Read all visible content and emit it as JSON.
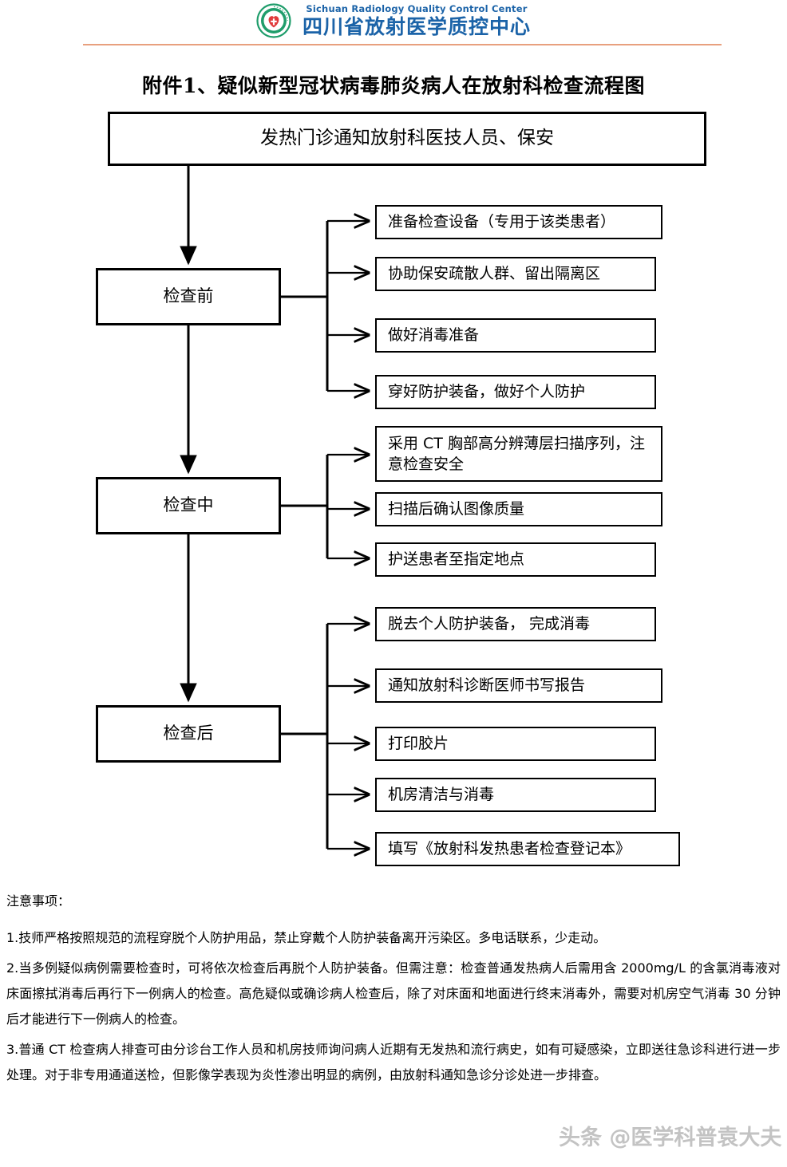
{
  "header": {
    "logo_icon": "radiology-center-emblem-icon",
    "english_name": "Sichuan Radiology Quality Control Center",
    "chinese_name": "四川省放射医学质控中心",
    "brand_color": "#1b63a8",
    "rule_color": "#e8a07e"
  },
  "document": {
    "title": "附件1、疑似新型冠状病毒肺炎病人在放射科检查流程图"
  },
  "flow": {
    "start": "发热门诊通知放射科医技人员、保安",
    "stages": [
      {
        "label": "检查前",
        "items": [
          "准备检查设备（专用于该类患者）",
          "协助保安疏散人群、留出隔离区",
          "做好消毒准备",
          "穿好防护装备，做好个人防护"
        ]
      },
      {
        "label": "检查中",
        "items": [
          "采用 CT 胸部高分辨薄层扫描序列，注意检查安全",
          "扫描后确认图像质量",
          "护送患者至指定地点"
        ]
      },
      {
        "label": "检查后",
        "items": [
          "脱去个人防护装备， 完成消毒",
          "通知放射科诊断医师书写报告",
          "打印胶片",
          "机房清洁与消毒",
          "填写《放射科发热患者检查登记本》"
        ]
      }
    ]
  },
  "notes": {
    "heading": "注意事项：",
    "items": [
      "1.技师严格按照规范的流程穿脱个人防护用品，禁止穿戴个人防护装备离开污染区。多电话联系，少走动。",
      "2.当多例疑似病例需要检查时，可将依次检查后再脱个人防护装备。但需注意：检查普通发热病人后需用含 2000mg/L 的含氯消毒液对床面擦拭消毒后再行下一例病人的检查。高危疑似或确诊病人检查后，除了对床面和地面进行终末消毒外，需要对机房空气消毒 30 分钟后才能进行下一例病人的检查。",
      "3.普通 CT 检查病人排查可由分诊台工作人员和机房技师询问病人近期有无发热和流行病史，如有可疑感染，立即送往急诊科进行进一步处理。对于非专用通道送检，但影像学表现为炎性渗出明显的病例，由放射科通知急诊分诊处进一步排查。"
    ]
  },
  "watermark": {
    "text": "头条 @医学科普袁大夫"
  }
}
